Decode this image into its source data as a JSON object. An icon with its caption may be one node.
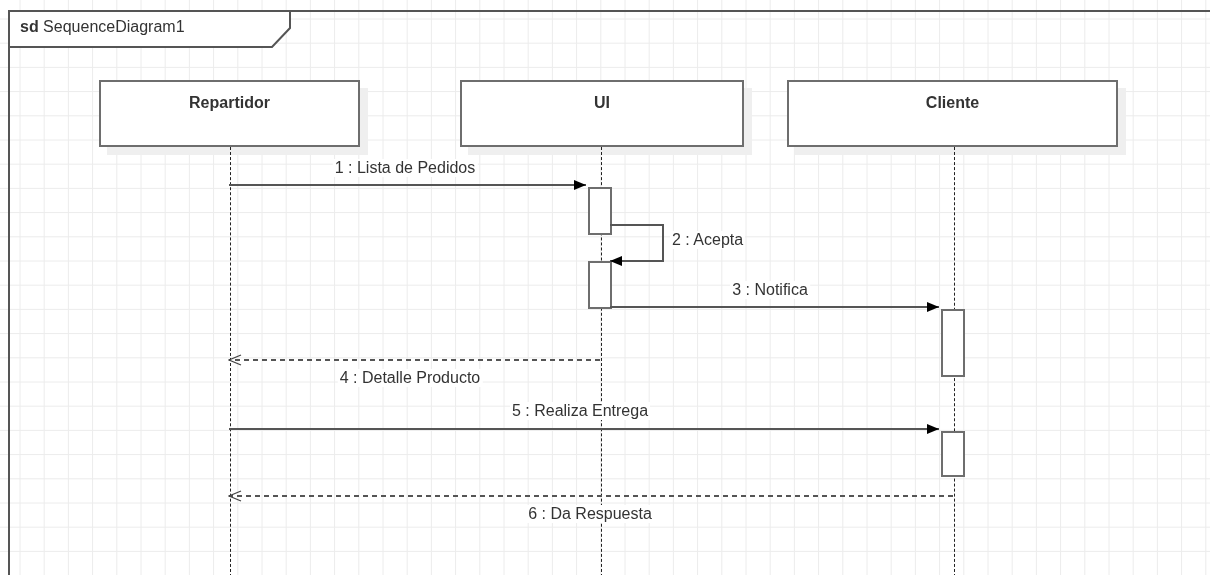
{
  "diagram": {
    "nodes": [
      {
        "text": [
          "**sd** SequenceDiagram1"
        ]
      },
      {
        "text": [
          "Repartidor"
        ],
        "in": 0
      },
      {
        "text": [
          "UI"
        ],
        "in": 0
      },
      {
        "text": [
          "Cliente"
        ],
        "in": 0
      },
      {
        "text": [],
        "shape": "line",
        "in": 0
      },
      {
        "text": [],
        "shape": "line",
        "in": 0
      },
      {
        "text": [],
        "shape": "line",
        "in": 0
      },
      {
        "text": [],
        "shape": "bar",
        "in": 0
      },
      {
        "text": [],
        "shape": "bar",
        "in": 0
      },
      {
        "text": [],
        "shape": "bar",
        "in": 0
      },
      {
        "text": [],
        "shape": "bar",
        "in": 0
      }
    ],
    "edges": [
      {
        "from": 4,
        "to": 7,
        "arrow": "to",
        "label": "1 : Lista de Pedidos"
      },
      {
        "from": 7,
        "to": 8,
        "arrow": "to",
        "label": "2 : Acepta"
      },
      {
        "from": 8,
        "to": 9,
        "arrow": "to",
        "label": "3 : Notifica"
      },
      {
        "from": 5,
        "to": 4,
        "arrow": "to",
        "label": "4 : Detalle Producto",
        "style": "dashed"
      },
      {
        "from": 4,
        "to": 10,
        "arrow": "to",
        "label": "5 : Realiza Entrega"
      },
      {
        "from": 6,
        "to": 4,
        "arrow": "to",
        "label": "6 : Da Respuesta",
        "style": "dashed"
      }
    ]
  }
}
